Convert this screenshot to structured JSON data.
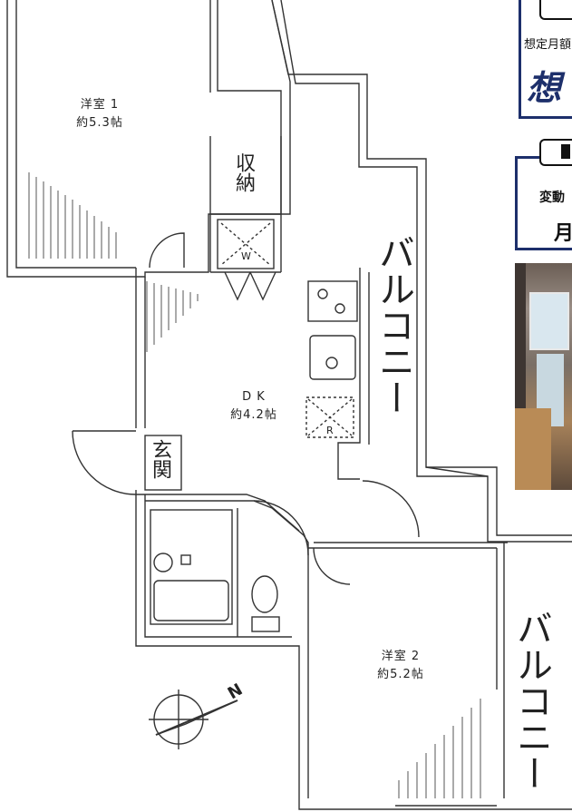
{
  "rooms": {
    "western1": {
      "name": "洋室 1",
      "size": "約5.3帖"
    },
    "storage": "収納",
    "closet_mark": "W",
    "dk": {
      "name": "D K",
      "size": "約4.2帖"
    },
    "fridge_mark": "R",
    "entrance": "玄関",
    "western2": {
      "name": "洋室 2",
      "size": "約5.2帖"
    },
    "balcony_upper": "バルコニー",
    "balcony_lower": "バルコニー"
  },
  "compass": {
    "north": "N"
  },
  "side_panel": {
    "box1_caption": "想定月額",
    "box1_big": "想",
    "box2_line1": "変動",
    "box2_line2": "月"
  },
  "colors": {
    "wall": "#333333",
    "accent": "#1d2f6b"
  }
}
